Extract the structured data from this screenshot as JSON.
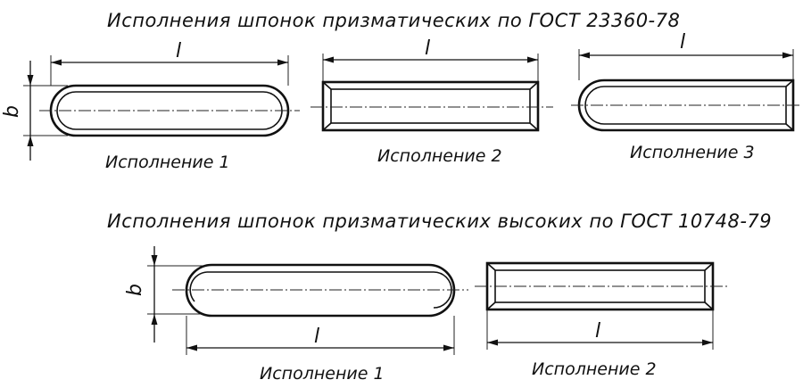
{
  "top_section": {
    "title": "Исполнения шпонок призматических по ГОСТ 23360-78",
    "keys": [
      {
        "id": "top-1",
        "caption": "Исполнение 1",
        "length_label": "l",
        "width_label": "b",
        "ends": "rounded-both"
      },
      {
        "id": "top-2",
        "caption": "Исполнение 2",
        "length_label": "l",
        "ends": "flat-both"
      },
      {
        "id": "top-3",
        "caption": "Исполнение 3",
        "length_label": "l",
        "ends": "rounded-left"
      }
    ]
  },
  "bottom_section": {
    "title": "Исполнения шпонок призматических высоких по ГОСТ 10748-79",
    "keys": [
      {
        "id": "bottom-1",
        "caption": "Исполнение 1",
        "length_label": "l",
        "width_label": "b",
        "ends": "rounded-both"
      },
      {
        "id": "bottom-2",
        "caption": "Исполнение 2",
        "length_label": "l",
        "ends": "flat-both"
      }
    ]
  }
}
